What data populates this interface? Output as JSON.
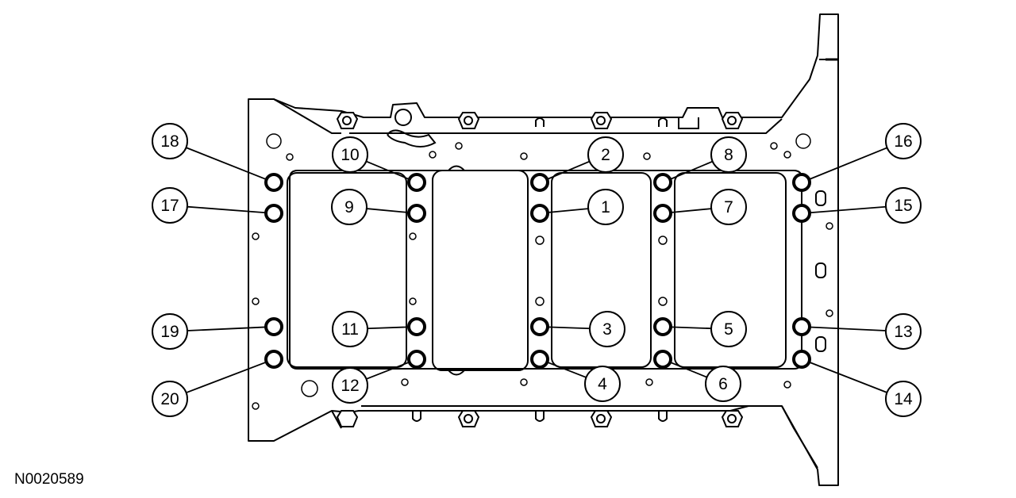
{
  "figure": {
    "id": "N0020589"
  },
  "callouts": [
    "1",
    "2",
    "3",
    "4",
    "5",
    "6",
    "7",
    "8",
    "9",
    "10",
    "11",
    "12",
    "13",
    "14",
    "15",
    "16",
    "17",
    "18",
    "19",
    "20"
  ],
  "colors": {
    "line": "#000000",
    "fill": "#ffffff"
  }
}
